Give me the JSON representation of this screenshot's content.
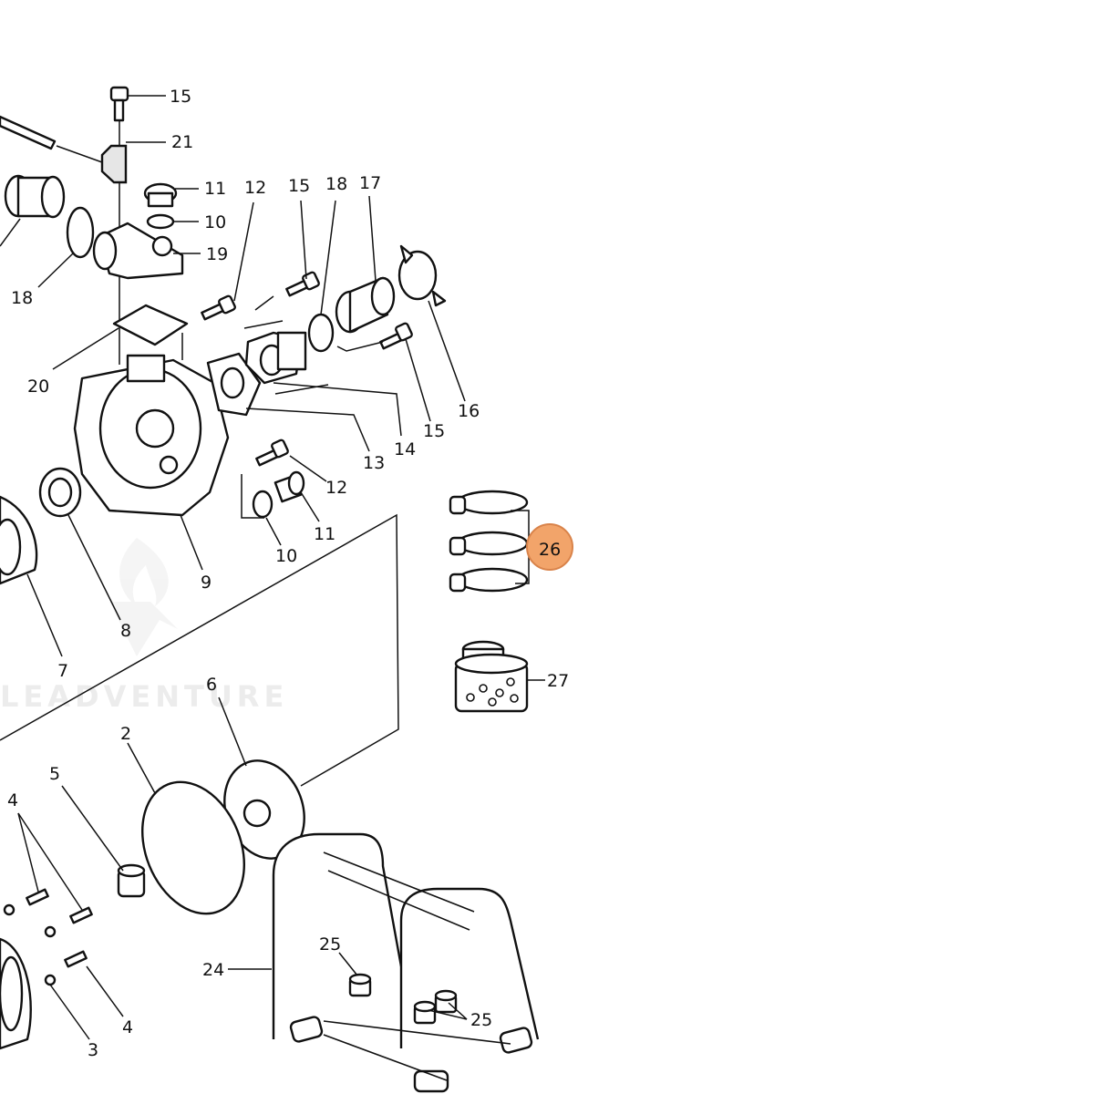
{
  "watermark": {
    "text": "LEADVENTURE",
    "color": "#ececec"
  },
  "highlight": {
    "color": "#f2a46a",
    "stroke": "#d9834a"
  },
  "callouts": [
    {
      "id": "c15a",
      "text": "15"
    },
    {
      "id": "c21",
      "text": "21"
    },
    {
      "id": "c11a",
      "text": "11"
    },
    {
      "id": "c10a",
      "text": "10"
    },
    {
      "id": "c19",
      "text": "19"
    },
    {
      "id": "c12a",
      "text": "12"
    },
    {
      "id": "c15b",
      "text": "15"
    },
    {
      "id": "c18b",
      "text": "18"
    },
    {
      "id": "c17",
      "text": "17"
    },
    {
      "id": "c18a",
      "text": "18"
    },
    {
      "id": "c20",
      "text": "20"
    },
    {
      "id": "c16",
      "text": "16"
    },
    {
      "id": "c15c",
      "text": "15"
    },
    {
      "id": "c14",
      "text": "14"
    },
    {
      "id": "c13",
      "text": "13"
    },
    {
      "id": "c12b",
      "text": "12"
    },
    {
      "id": "c11b",
      "text": "11"
    },
    {
      "id": "c10b",
      "text": "10"
    },
    {
      "id": "c9",
      "text": "9"
    },
    {
      "id": "c8",
      "text": "8"
    },
    {
      "id": "c7",
      "text": "7"
    },
    {
      "id": "c26",
      "text": "26"
    },
    {
      "id": "c27",
      "text": "27"
    },
    {
      "id": "c6",
      "text": "6"
    },
    {
      "id": "c2",
      "text": "2"
    },
    {
      "id": "c5",
      "text": "5"
    },
    {
      "id": "c4a",
      "text": "4"
    },
    {
      "id": "c4b",
      "text": "4"
    },
    {
      "id": "c3",
      "text": "3"
    },
    {
      "id": "c24",
      "text": "24"
    },
    {
      "id": "c25a",
      "text": "25"
    },
    {
      "id": "c25b",
      "text": "25"
    }
  ]
}
